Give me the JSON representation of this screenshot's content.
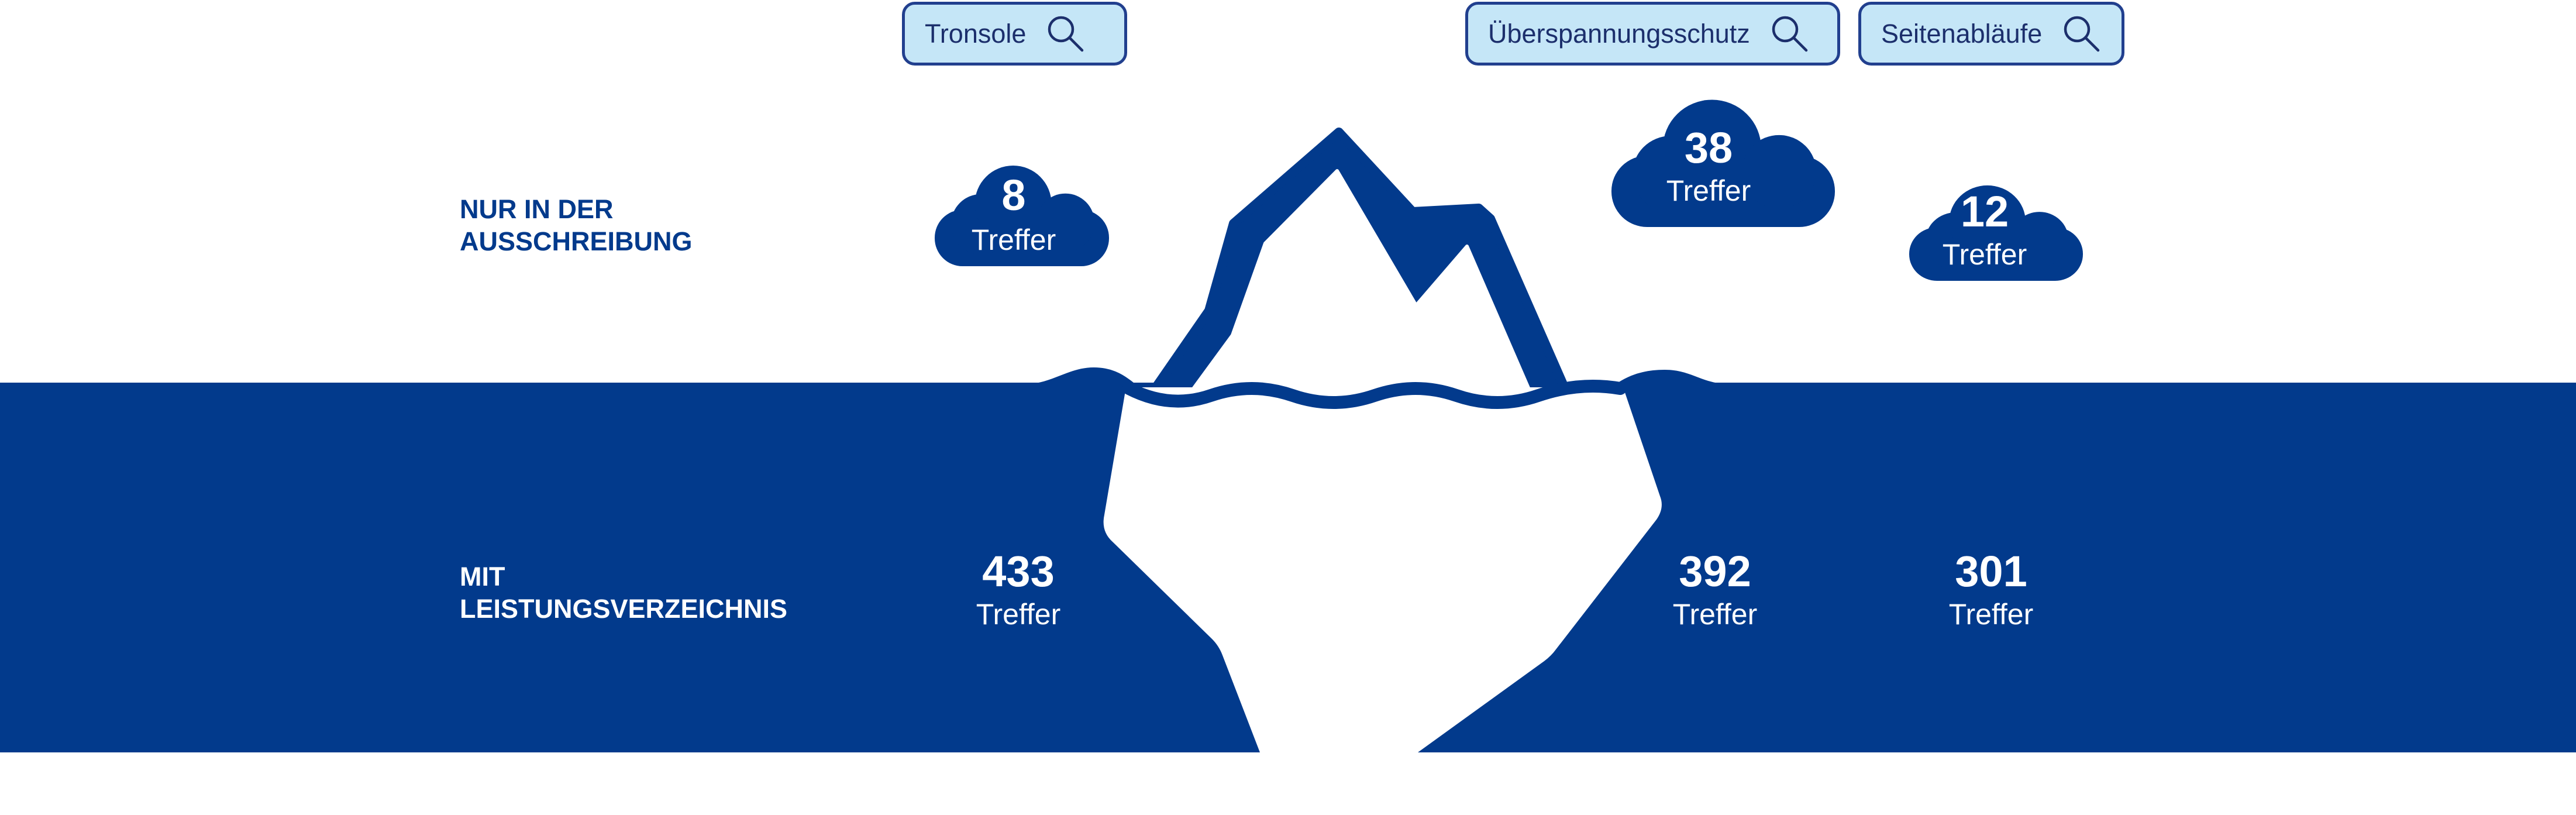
{
  "colors": {
    "navy": "#023a8c",
    "button_fill": "#c5e6f7",
    "button_border": "#213f8e",
    "button_text": "#1c2f6c"
  },
  "rows": {
    "above_water": {
      "label_lines": [
        "NUR IN DER",
        "AUSSCHREIBUNG"
      ]
    },
    "below_water": {
      "label_lines": [
        "MIT",
        "LEISTUNGSVERZEICHNIS"
      ]
    }
  },
  "terms": [
    {
      "label": "Tronsole",
      "icon": "search-icon",
      "only_tender": {
        "count": 8,
        "unit": "Treffer"
      },
      "with_lv": {
        "count": 433,
        "unit": "Treffer"
      }
    },
    {
      "label": "Überspannungsschutz",
      "icon": "search-icon",
      "only_tender": {
        "count": 38,
        "unit": "Treffer"
      },
      "with_lv": {
        "count": 392,
        "unit": "Treffer"
      }
    },
    {
      "label": "Seitenabläufe",
      "icon": "search-icon",
      "only_tender": {
        "count": 12,
        "unit": "Treffer"
      },
      "with_lv": {
        "count": 301,
        "unit": "Treffer"
      }
    }
  ]
}
